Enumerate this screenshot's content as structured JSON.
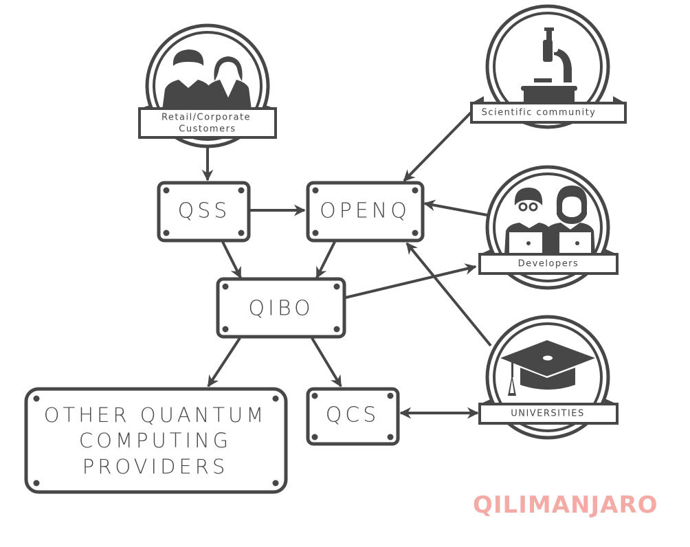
{
  "diagram": {
    "nodes": {
      "qss": {
        "label": "QSS"
      },
      "openq": {
        "label": "OPENQ"
      },
      "qibo": {
        "label": "QIBO"
      },
      "qcs": {
        "label": "QCS"
      },
      "other": {
        "lines": [
          "OTHER QUANTUM",
          "COMPUTING",
          "PROVIDERS"
        ]
      }
    },
    "badges": {
      "customers": {
        "lines": [
          "Retail/Corporate",
          "Customers"
        ],
        "icon": "people-icon"
      },
      "scientific": {
        "label": "Scientific community",
        "icon": "microscope-icon"
      },
      "developers": {
        "label": "Developers",
        "icon": "developers-icon"
      },
      "universities": {
        "label": "UNIVERSITIES",
        "icon": "graduation-cap-icon"
      }
    },
    "edges": [
      {
        "from": "Retail/Corporate Customers",
        "to": "QSS",
        "direction": "forward"
      },
      {
        "from": "QSS",
        "to": "OPENQ",
        "direction": "forward"
      },
      {
        "from": "QSS",
        "to": "QIBO",
        "direction": "forward"
      },
      {
        "from": "OPENQ",
        "to": "QIBO",
        "direction": "forward"
      },
      {
        "from": "Scientific community",
        "to": "OPENQ",
        "direction": "forward"
      },
      {
        "from": "Developers",
        "to": "OPENQ",
        "direction": "forward"
      },
      {
        "from": "QIBO",
        "to": "Developers",
        "direction": "forward"
      },
      {
        "from": "Universities",
        "to": "OPENQ",
        "direction": "forward"
      },
      {
        "from": "QIBO",
        "to": "OTHER QUANTUM COMPUTING PROVIDERS",
        "direction": "forward"
      },
      {
        "from": "QIBO",
        "to": "QCS",
        "direction": "forward"
      },
      {
        "from": "QCS",
        "to": "Universities",
        "direction": "both"
      }
    ],
    "colors": {
      "stroke": "#474747",
      "logo": "#f4aba6"
    }
  },
  "logo": {
    "text": "QILIMANJARO"
  }
}
